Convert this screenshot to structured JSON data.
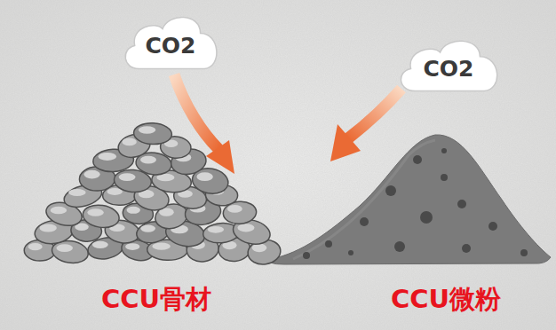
{
  "diagram": {
    "nodes": [
      {
        "text": [
          "CO2"
        ]
      },
      {
        "text": [
          "CO2"
        ]
      }
    ],
    "labels": [
      "CCU骨材",
      "CCU微粉"
    ]
  }
}
